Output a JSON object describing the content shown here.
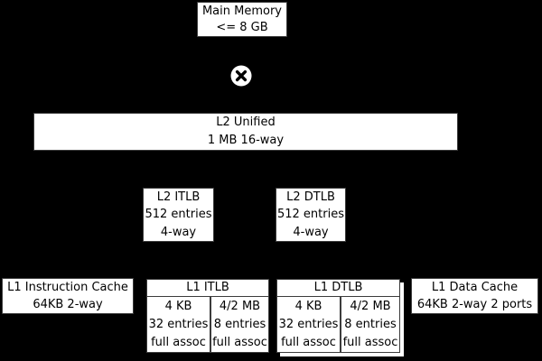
{
  "title": "CPU cache and TLB memory hierarchy diagram",
  "colors": {
    "background": "#000000",
    "box_fill": "#ffffff",
    "box_border": "#3c3c3c",
    "text": "#000000"
  },
  "icons": {
    "interconnect": "circled-x-crossbar"
  },
  "nodes": {
    "main_memory": {
      "lines": [
        "Main Memory",
        "<= 8 GB"
      ]
    },
    "l2_unified": {
      "lines": [
        "L2 Unified",
        "1 MB 16-way"
      ]
    },
    "l2_itlb": {
      "lines": [
        "L2 ITLB",
        "512 entries",
        "4-way"
      ]
    },
    "l2_dtlb": {
      "lines": [
        "L2 DTLB",
        "512 entries",
        "4-way"
      ]
    },
    "l1_instruction_cache": {
      "lines": [
        "L1 Instruction Cache",
        "64KB 2-way"
      ]
    },
    "l1_itlb": {
      "header": "L1 ITLB",
      "small_page": {
        "lines": [
          "4 KB",
          "32 entries",
          "full assoc"
        ]
      },
      "large_page": {
        "lines": [
          "4/2 MB",
          "8 entries",
          "full assoc"
        ]
      }
    },
    "l1_dtlb": {
      "header": "L1 DTLB",
      "small_page": {
        "lines": [
          "4 KB",
          "32 entries",
          "full assoc"
        ]
      },
      "large_page": {
        "lines": [
          "4/2 MB",
          "8 entries",
          "full assoc"
        ]
      }
    },
    "l1_data_cache": {
      "lines": [
        "L1 Data Cache",
        "64KB 2-way 2 ports"
      ]
    }
  }
}
